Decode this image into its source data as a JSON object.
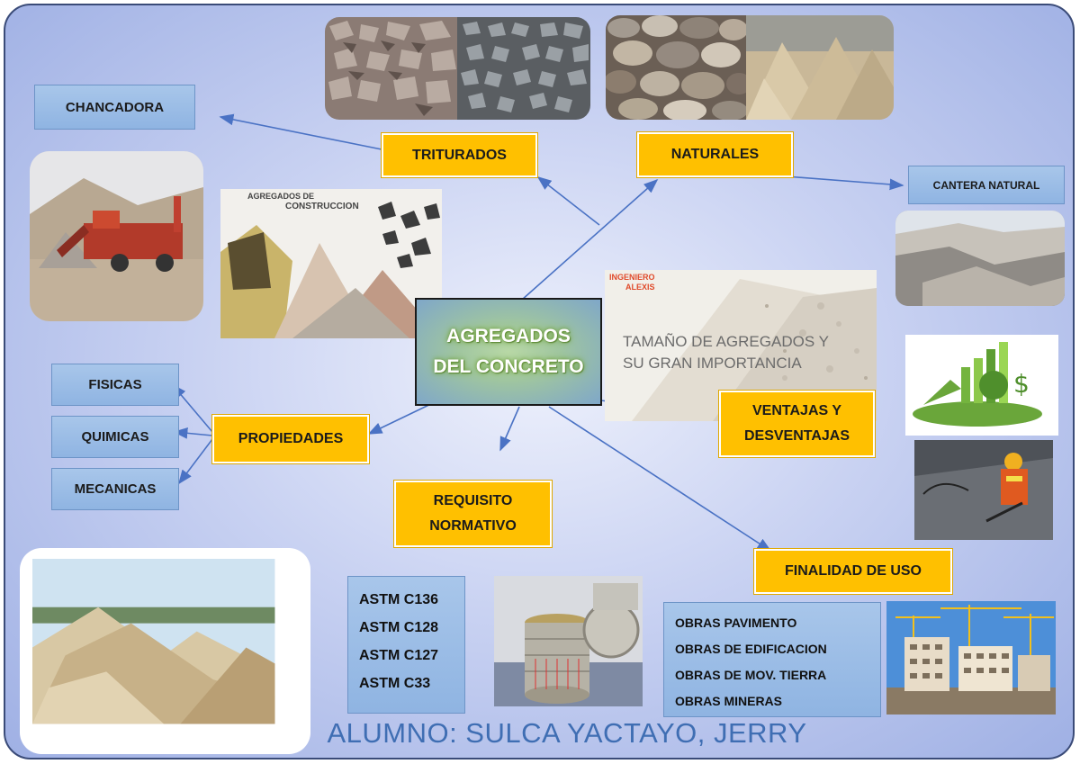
{
  "center": {
    "line1": "AGREGADOS",
    "line2": "DEL CONCRETO"
  },
  "branches": {
    "triturados": "TRITURADOS",
    "naturales": "NATURALES",
    "propiedades": "PROPIEDADES",
    "ventajas_line1": "VENTAJAS Y",
    "ventajas_line2": "DESVENTAJAS",
    "requisito_line1": "REQUISITO",
    "requisito_line2": "NORMATIVO",
    "finalidad": "FINALIDAD DE USO"
  },
  "leaves": {
    "chancadora": "CHANCADORA",
    "cantera": "CANTERA NATURAL",
    "fisicas": "FISICAS",
    "quimicas": "QUIMICAS",
    "mecanicas": "MECANICAS"
  },
  "astm": [
    "ASTM C136",
    "ASTM C128",
    "ASTM C127",
    "ASTM C33"
  ],
  "obras": [
    "OBRAS PAVIMENTO",
    "OBRAS DE EDIFICACION",
    "OBRAS DE MOV. TIERRA",
    "OBRAS MINERAS"
  ],
  "image_text": {
    "ingeniero_line1": "INGENIERO",
    "ingeniero_line2": "ALEXIS",
    "tamano_line1": "TAMAÑO DE AGREGADOS Y",
    "tamano_line2": "SU GRAN IMPORTANCIA",
    "agregados_de": "AGREGADOS DE",
    "construccion": "CONSTRUCCION"
  },
  "alumno": "ALUMNO: SULCA YACTAYO, JERRY",
  "colors": {
    "gold": "#ffc000",
    "blue_box": "#9dbde6",
    "arrow": "#4a72c4",
    "title_text": "#3f6eb3"
  }
}
